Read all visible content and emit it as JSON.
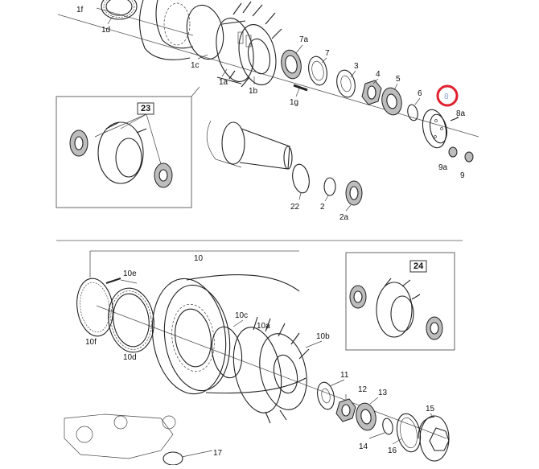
{
  "labels": {
    "l_1f": "1f",
    "l_1d": "1d",
    "l_1c": "1c",
    "l_1a": "1a",
    "l_1b": "1b",
    "l_7a": "7a",
    "l_7": "7",
    "l_3": "3",
    "l_4": "4",
    "l_5": "5",
    "l_6": "6",
    "l_8": "8",
    "l_8a": "8a",
    "l_9a": "9a",
    "l_9": "9",
    "l_1g": "1g",
    "l_23": "23",
    "l_22": "22",
    "l_2": "2",
    "l_2a": "2a",
    "l_10": "10",
    "l_10e": "10e",
    "l_10f": "10f",
    "l_10d": "10d",
    "l_10c": "10c",
    "l_10a": "10a",
    "l_10b": "10b",
    "l_24": "24",
    "l_11": "11",
    "l_12": "12",
    "l_13": "13",
    "l_14": "14",
    "l_16": "16",
    "l_15": "15",
    "l_17": "17"
  },
  "highlight": {
    "label": "l_8",
    "color": "#e0202f"
  }
}
